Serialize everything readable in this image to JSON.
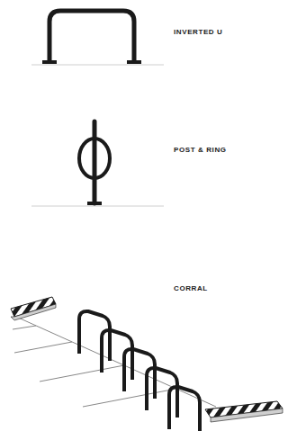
{
  "diagram": {
    "labels": [
      "INVERTED U",
      "POST & RING",
      "CORRAL"
    ]
  }
}
